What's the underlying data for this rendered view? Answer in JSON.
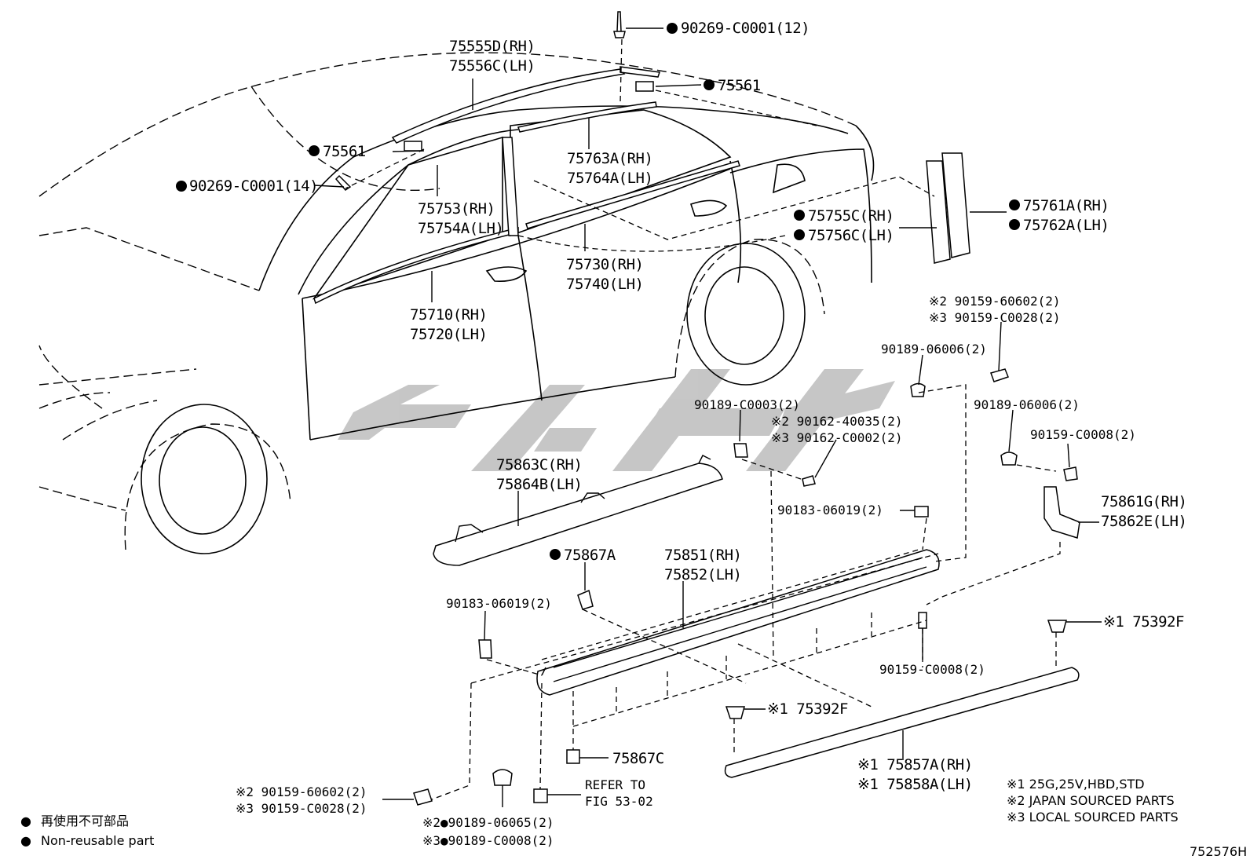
{
  "watermark": "ychy",
  "figure_id": "752576H",
  "callouts": [
    {
      "id": "c-90269-12",
      "mark": "dot",
      "lines": [
        "90269-C0001(12)"
      ]
    },
    {
      "id": "c-75555",
      "mark": "",
      "lines": [
        "75555D(RH)",
        "75556C(LH)"
      ]
    },
    {
      "id": "c-75561-top",
      "mark": "dot",
      "lines": [
        "75561"
      ]
    },
    {
      "id": "c-75561-left",
      "mark": "dot",
      "lines": [
        "75561"
      ]
    },
    {
      "id": "c-90269-14",
      "mark": "dot",
      "lines": [
        "90269-C0001(14)"
      ]
    },
    {
      "id": "c-75763",
      "mark": "",
      "lines": [
        "75763A(RH)",
        "75764A(LH)"
      ]
    },
    {
      "id": "c-75753",
      "mark": "",
      "lines": [
        "75753(RH)",
        "75754A(LH)"
      ]
    },
    {
      "id": "c-75755",
      "mark": "dot",
      "lines": [
        "75755C(RH)",
        "75756C(LH)"
      ]
    },
    {
      "id": "c-75761",
      "mark": "dot",
      "lines": [
        "75761A(RH)",
        "75762A(LH)"
      ]
    },
    {
      "id": "c-75730",
      "mark": "",
      "lines": [
        "75730(RH)",
        "75740(LH)"
      ]
    },
    {
      "id": "c-75710",
      "mark": "",
      "lines": [
        "75710(RH)",
        "75720(LH)"
      ]
    },
    {
      "id": "c-90159-60602-r",
      "mark": "",
      "lines": [
        "※2 90159-60602(2)",
        "※3 90159-C0028(2)"
      ]
    },
    {
      "id": "c-90189-06006-a",
      "mark": "",
      "lines": [
        "90189-06006(2)"
      ]
    },
    {
      "id": "c-90189-06006-b",
      "mark": "",
      "lines": [
        "90189-06006(2)"
      ]
    },
    {
      "id": "c-90189-C0003",
      "mark": "",
      "lines": [
        "90189-C0003(2)"
      ]
    },
    {
      "id": "c-90162",
      "mark": "",
      "lines": [
        "※2 90162-40035(2)",
        "※3 90162-C0002(2)"
      ]
    },
    {
      "id": "c-90159-C0008-a",
      "mark": "",
      "lines": [
        "90159-C0008(2)"
      ]
    },
    {
      "id": "c-75863",
      "mark": "",
      "lines": [
        "75863C(RH)",
        "75864B(LH)"
      ]
    },
    {
      "id": "c-75861",
      "mark": "",
      "lines": [
        "75861G(RH)",
        "75862E(LH)"
      ]
    },
    {
      "id": "c-90183-06019-a",
      "mark": "",
      "lines": [
        "90183-06019(2)"
      ]
    },
    {
      "id": "c-75867A",
      "mark": "dot",
      "lines": [
        "75867A"
      ]
    },
    {
      "id": "c-75851",
      "mark": "",
      "lines": [
        "75851(RH)",
        "75852(LH)"
      ]
    },
    {
      "id": "c-90183-06019-b",
      "mark": "",
      "lines": [
        "90183-06019(2)"
      ]
    },
    {
      "id": "c-75392F-a",
      "mark": "",
      "lines": [
        "※1 75392F"
      ]
    },
    {
      "id": "c-90159-C0008-b",
      "mark": "",
      "lines": [
        "90159-C0008(2)"
      ]
    },
    {
      "id": "c-75392F-b",
      "mark": "",
      "lines": [
        "※1 75392F"
      ]
    },
    {
      "id": "c-75867C",
      "mark": "",
      "lines": [
        "75867C"
      ]
    },
    {
      "id": "c-refer",
      "mark": "",
      "lines": [
        "REFER TO",
        "FIG 53-02"
      ]
    },
    {
      "id": "c-75857",
      "mark": "",
      "lines": [
        "※1 75857A(RH)",
        "※1 75858A(LH)"
      ]
    },
    {
      "id": "c-90159-60602-l",
      "mark": "",
      "lines": [
        "※2 90159-60602(2)",
        "※3 90159-C0028(2)"
      ]
    },
    {
      "id": "c-90189-06065",
      "mark": "dot",
      "lines": [
        "※2●90189-06065(2)",
        "※3●90189-C0008(2)"
      ]
    }
  ],
  "legend": {
    "items": [
      {
        "symbol": "●",
        "text": "再使用不可部品"
      },
      {
        "symbol": "●",
        "text": "Non-reusable part"
      }
    ],
    "notes": [
      "※1 25G,25V,HBD,STD",
      "※2 JAPAN SOURCED PARTS",
      "※3 LOCAL SOURCED PARTS"
    ]
  }
}
